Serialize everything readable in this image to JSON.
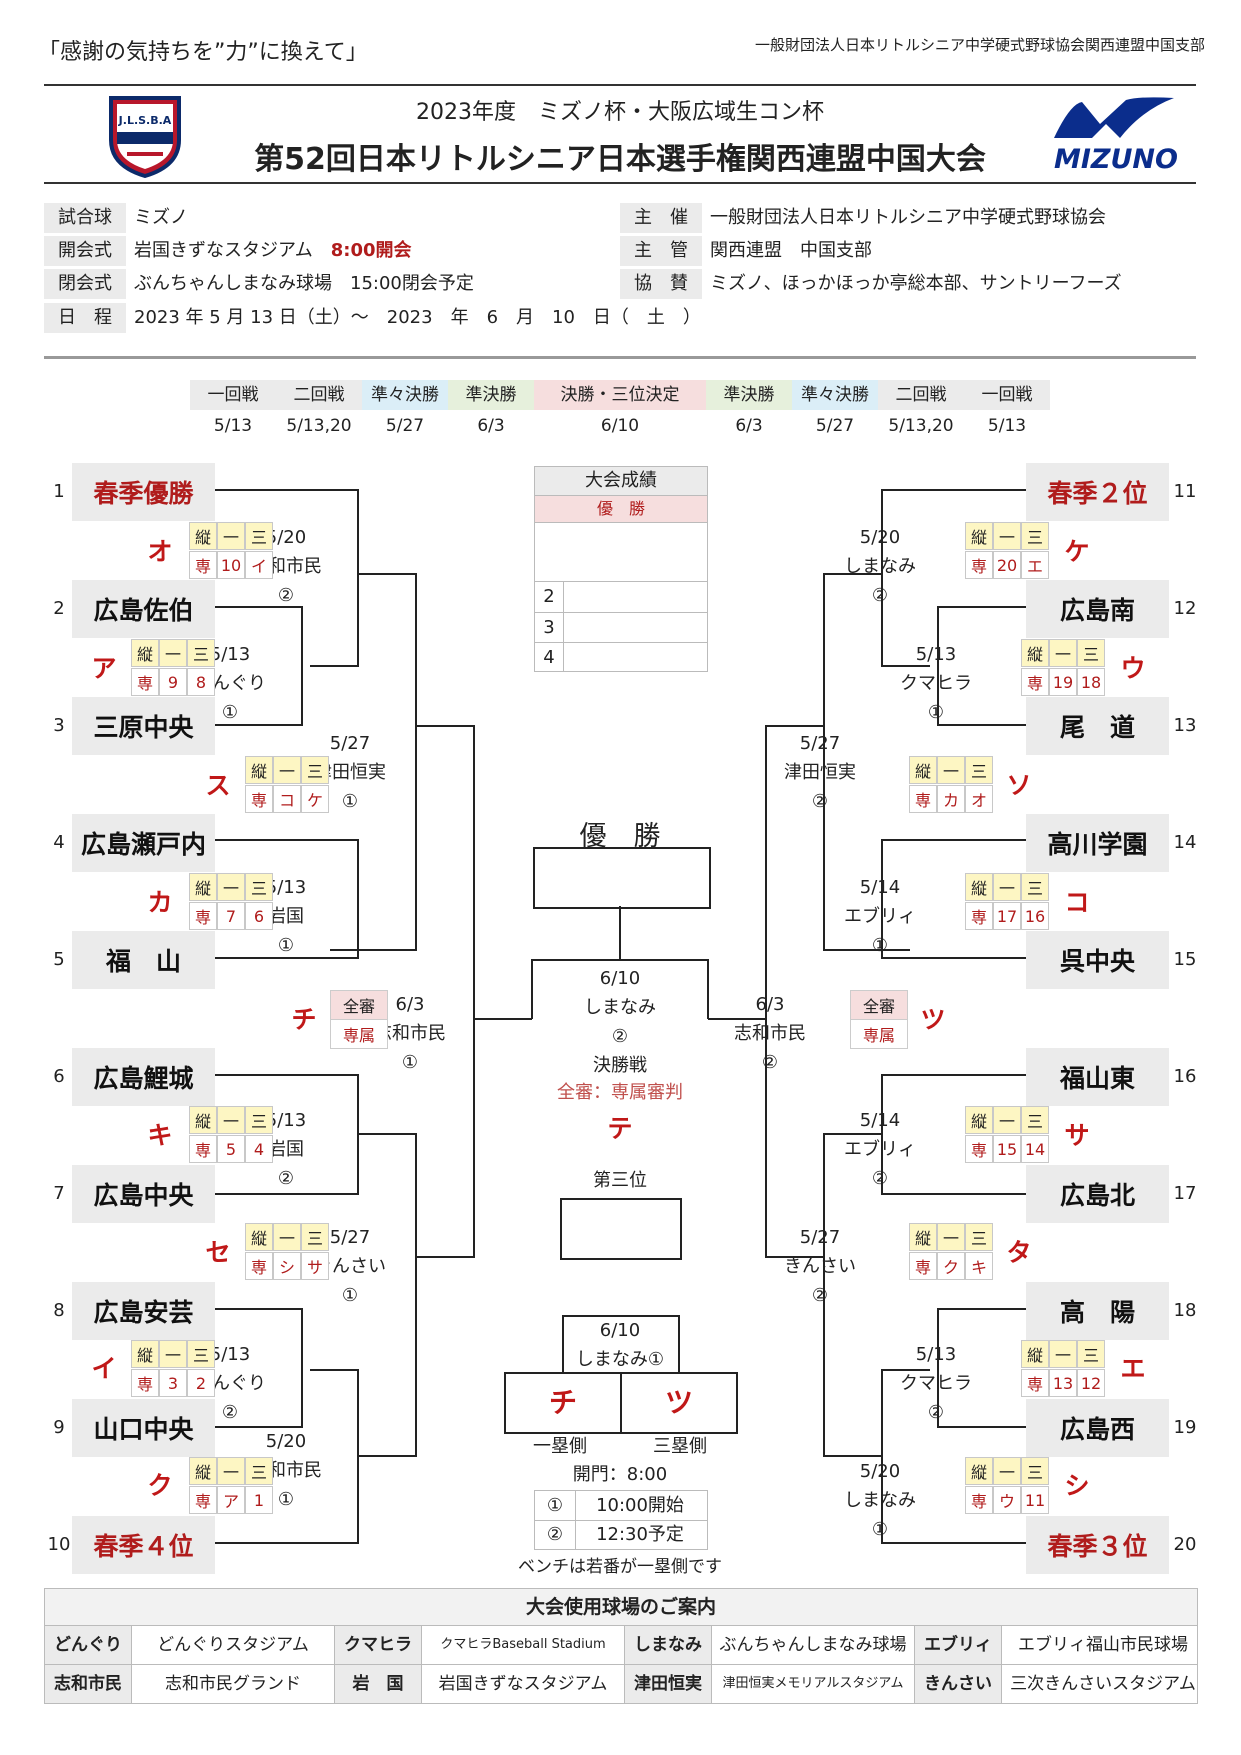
{
  "header": {
    "slogan": "「感謝の気持ちを”力”に換えて」",
    "organizer_line": "一般財団法人日本リトルシニア中学硬式野球協会関西連盟中国支部",
    "subtitle": "2023年度　ミズノ杯・大阪広域生コン杯",
    "title": "第52回日本リトルシニア日本選手権関西連盟中国大会",
    "logo_text": "J.L.S.B.A",
    "sponsor_logo": "MIZUNO"
  },
  "info_left": [
    {
      "label": "試合球",
      "value": "ミズノ"
    },
    {
      "label": "開会式",
      "value": "岩国きずなスタジアム",
      "extra": "8:00開会"
    },
    {
      "label": "閉会式",
      "value": "ぶんちゃんしまなみ球場　15:00閉会予定"
    },
    {
      "label": "日　程",
      "value": "2023 年 5 月 13 日（土）～　2023　年　6　月　10　日（　土　）"
    }
  ],
  "info_right": [
    {
      "label": "主　催",
      "value": "一般財団法人日本リトルシニア中学硬式野球協会"
    },
    {
      "label": "主　管",
      "value": "関西連盟　中国支部"
    },
    {
      "label": "協　賛",
      "value": "ミズノ、ほっかほっか亭総本部、サントリーフーズ"
    }
  ],
  "rounds": [
    {
      "name": "一回戦",
      "date": "5/13",
      "color": "#ebebeb"
    },
    {
      "name": "二回戦",
      "date": "5/13,20",
      "color": "#ebebeb"
    },
    {
      "name": "準々決勝",
      "date": "5/27",
      "color": "#dbeef7"
    },
    {
      "name": "準決勝",
      "date": "6/3",
      "color": "#e6f0dc"
    },
    {
      "name": "決勝・三位決定",
      "date": "6/10",
      "color": "#f6dede"
    },
    {
      "name": "準決勝",
      "date": "6/3",
      "color": "#e6f0dc"
    },
    {
      "name": "準々決勝",
      "date": "5/27",
      "color": "#dbeef7"
    },
    {
      "name": "二回戦",
      "date": "5/13,20",
      "color": "#ebebeb"
    },
    {
      "name": "一回戦",
      "date": "5/13",
      "color": "#ebebeb"
    }
  ],
  "results": {
    "title": "大会成績",
    "champion_label": "優　勝",
    "ranks": [
      "2",
      "3",
      "4"
    ]
  },
  "teams_left": [
    {
      "seed": "1",
      "name": "春季優勝",
      "red": true
    },
    {
      "seed": "2",
      "name": "広島佐伯",
      "red": false
    },
    {
      "seed": "3",
      "name": "三原中央",
      "red": false
    },
    {
      "seed": "4",
      "name": "広島瀬戸内",
      "red": false
    },
    {
      "seed": "5",
      "name": "福　山",
      "red": false
    },
    {
      "seed": "6",
      "name": "広島鯉城",
      "red": false
    },
    {
      "seed": "7",
      "name": "広島中央",
      "red": false
    },
    {
      "seed": "8",
      "name": "広島安芸",
      "red": false
    },
    {
      "seed": "9",
      "name": "山口中央",
      "red": false
    },
    {
      "seed": "10",
      "name": "春季４位",
      "red": true
    }
  ],
  "teams_right": [
    {
      "seed": "11",
      "name": "春季２位",
      "red": true
    },
    {
      "seed": "12",
      "name": "広島南",
      "red": false
    },
    {
      "seed": "13",
      "name": "尾　道",
      "red": false
    },
    {
      "seed": "14",
      "name": "高川学園",
      "red": false
    },
    {
      "seed": "15",
      "name": "呉中央",
      "red": false
    },
    {
      "seed": "16",
      "name": "福山東",
      "red": false
    },
    {
      "seed": "17",
      "name": "広島北",
      "red": false
    },
    {
      "seed": "18",
      "name": "高　陽",
      "red": false
    },
    {
      "seed": "19",
      "name": "広島西",
      "red": false
    },
    {
      "seed": "20",
      "name": "春季３位",
      "red": true
    }
  ],
  "ump_header": [
    "縦",
    "一",
    "三"
  ],
  "ump_prefix": "専",
  "zen": {
    "top": "全審",
    "bot": "専属"
  },
  "games": [
    {
      "kana": "オ",
      "date": "5/20",
      "venue": "志和市民",
      "field": "②",
      "u2": "10",
      "u3": "イ"
    },
    {
      "kana": "ア",
      "date": "5/13",
      "venue": "どんぐり",
      "field": "①",
      "u2": "9",
      "u3": "8"
    },
    {
      "kana": "ス",
      "date": "5/27",
      "venue": "津田恒実",
      "field": "①",
      "u2": "コ",
      "u3": "ケ"
    },
    {
      "kana": "カ",
      "date": "5/13",
      "venue": "岩国",
      "field": "①",
      "u2": "7",
      "u3": "6"
    },
    {
      "kana": "チ",
      "date": "6/3",
      "venue": "志和市民",
      "field": "①"
    },
    {
      "kana": "キ",
      "date": "5/13",
      "venue": "岩国",
      "field": "②",
      "u2": "5",
      "u3": "4"
    },
    {
      "kana": "セ",
      "date": "5/27",
      "venue": "きんさい",
      "field": "①",
      "u2": "シ",
      "u3": "サ"
    },
    {
      "kana": "イ",
      "date": "5/13",
      "venue": "どんぐり",
      "field": "②",
      "u2": "3",
      "u3": "2"
    },
    {
      "kana": "ク",
      "date": "5/20",
      "venue": "志和市民",
      "field": "①",
      "u2": "ア",
      "u3": "1"
    },
    {
      "kana": "ケ",
      "date": "5/20",
      "venue": "しまなみ",
      "field": "②",
      "u2": "20",
      "u3": "エ"
    },
    {
      "kana": "ウ",
      "date": "5/13",
      "venue": "クマヒラ",
      "field": "①",
      "u2": "19",
      "u3": "18"
    },
    {
      "kana": "ソ",
      "date": "5/27",
      "venue": "津田恒実",
      "field": "②",
      "u2": "カ",
      "u3": "オ"
    },
    {
      "kana": "コ",
      "date": "5/14",
      "venue": "エブリィ",
      "field": "①",
      "u2": "17",
      "u3": "16"
    },
    {
      "kana": "ツ",
      "date": "6/3",
      "venue": "志和市民",
      "field": "②"
    },
    {
      "kana": "サ",
      "date": "5/14",
      "venue": "エブリィ",
      "field": "②",
      "u2": "15",
      "u3": "14"
    },
    {
      "kana": "タ",
      "date": "5/27",
      "venue": "きんさい",
      "field": "②",
      "u2": "ク",
      "u3": "キ"
    },
    {
      "kana": "エ",
      "date": "5/13",
      "venue": "クマヒラ",
      "field": "②",
      "u2": "13",
      "u3": "12"
    },
    {
      "kana": "シ",
      "date": "5/20",
      "venue": "しまなみ",
      "field": "①",
      "u2": "ウ",
      "u3": "11"
    }
  ],
  "final": {
    "champion_label": "優　勝",
    "date": "6/10",
    "venue": "しまなみ",
    "field": "②",
    "name": "決勝戦",
    "umpire": "全審：専属審判",
    "kana": "テ"
  },
  "third": {
    "label": "第三位",
    "date_venue": "6/10\nしまなみ①",
    "date": "6/10",
    "venue": "しまなみ①",
    "left": "チ",
    "right": "ツ",
    "left_side": "一塁側",
    "right_side": "三塁側"
  },
  "schedule": {
    "gate": "開門：8:00",
    "rows": [
      {
        "no": "①",
        "time": "10:00開始"
      },
      {
        "no": "②",
        "time": "12:30予定"
      }
    ],
    "bench_note": "ベンチは若番が一塁側です"
  },
  "venues": {
    "title": "大会使用球場のご案内",
    "rows": [
      [
        {
          "k": "どんぐり",
          "v": "どんぐりスタジアム"
        },
        {
          "k": "クマヒラ",
          "v": "クマヒラBaseball Stadium"
        },
        {
          "k": "しまなみ",
          "v": "ぶんちゃんしまなみ球場"
        },
        {
          "k": "エブリィ",
          "v": "エブリィ福山市民球場"
        }
      ],
      [
        {
          "k": "志和市民",
          "v": "志和市民グランド"
        },
        {
          "k": "岩　国",
          "v": "岩国きずなスタジアム"
        },
        {
          "k": "津田恒実",
          "v": "津田恒実メモリアルスタジアム"
        },
        {
          "k": "きんさい",
          "v": "三次きんさいスタジアム"
        }
      ]
    ]
  },
  "colors": {
    "accent_red": "#b01c1c",
    "grey": "#ebebeb",
    "mizuno_blue": "#0b2d8c"
  }
}
